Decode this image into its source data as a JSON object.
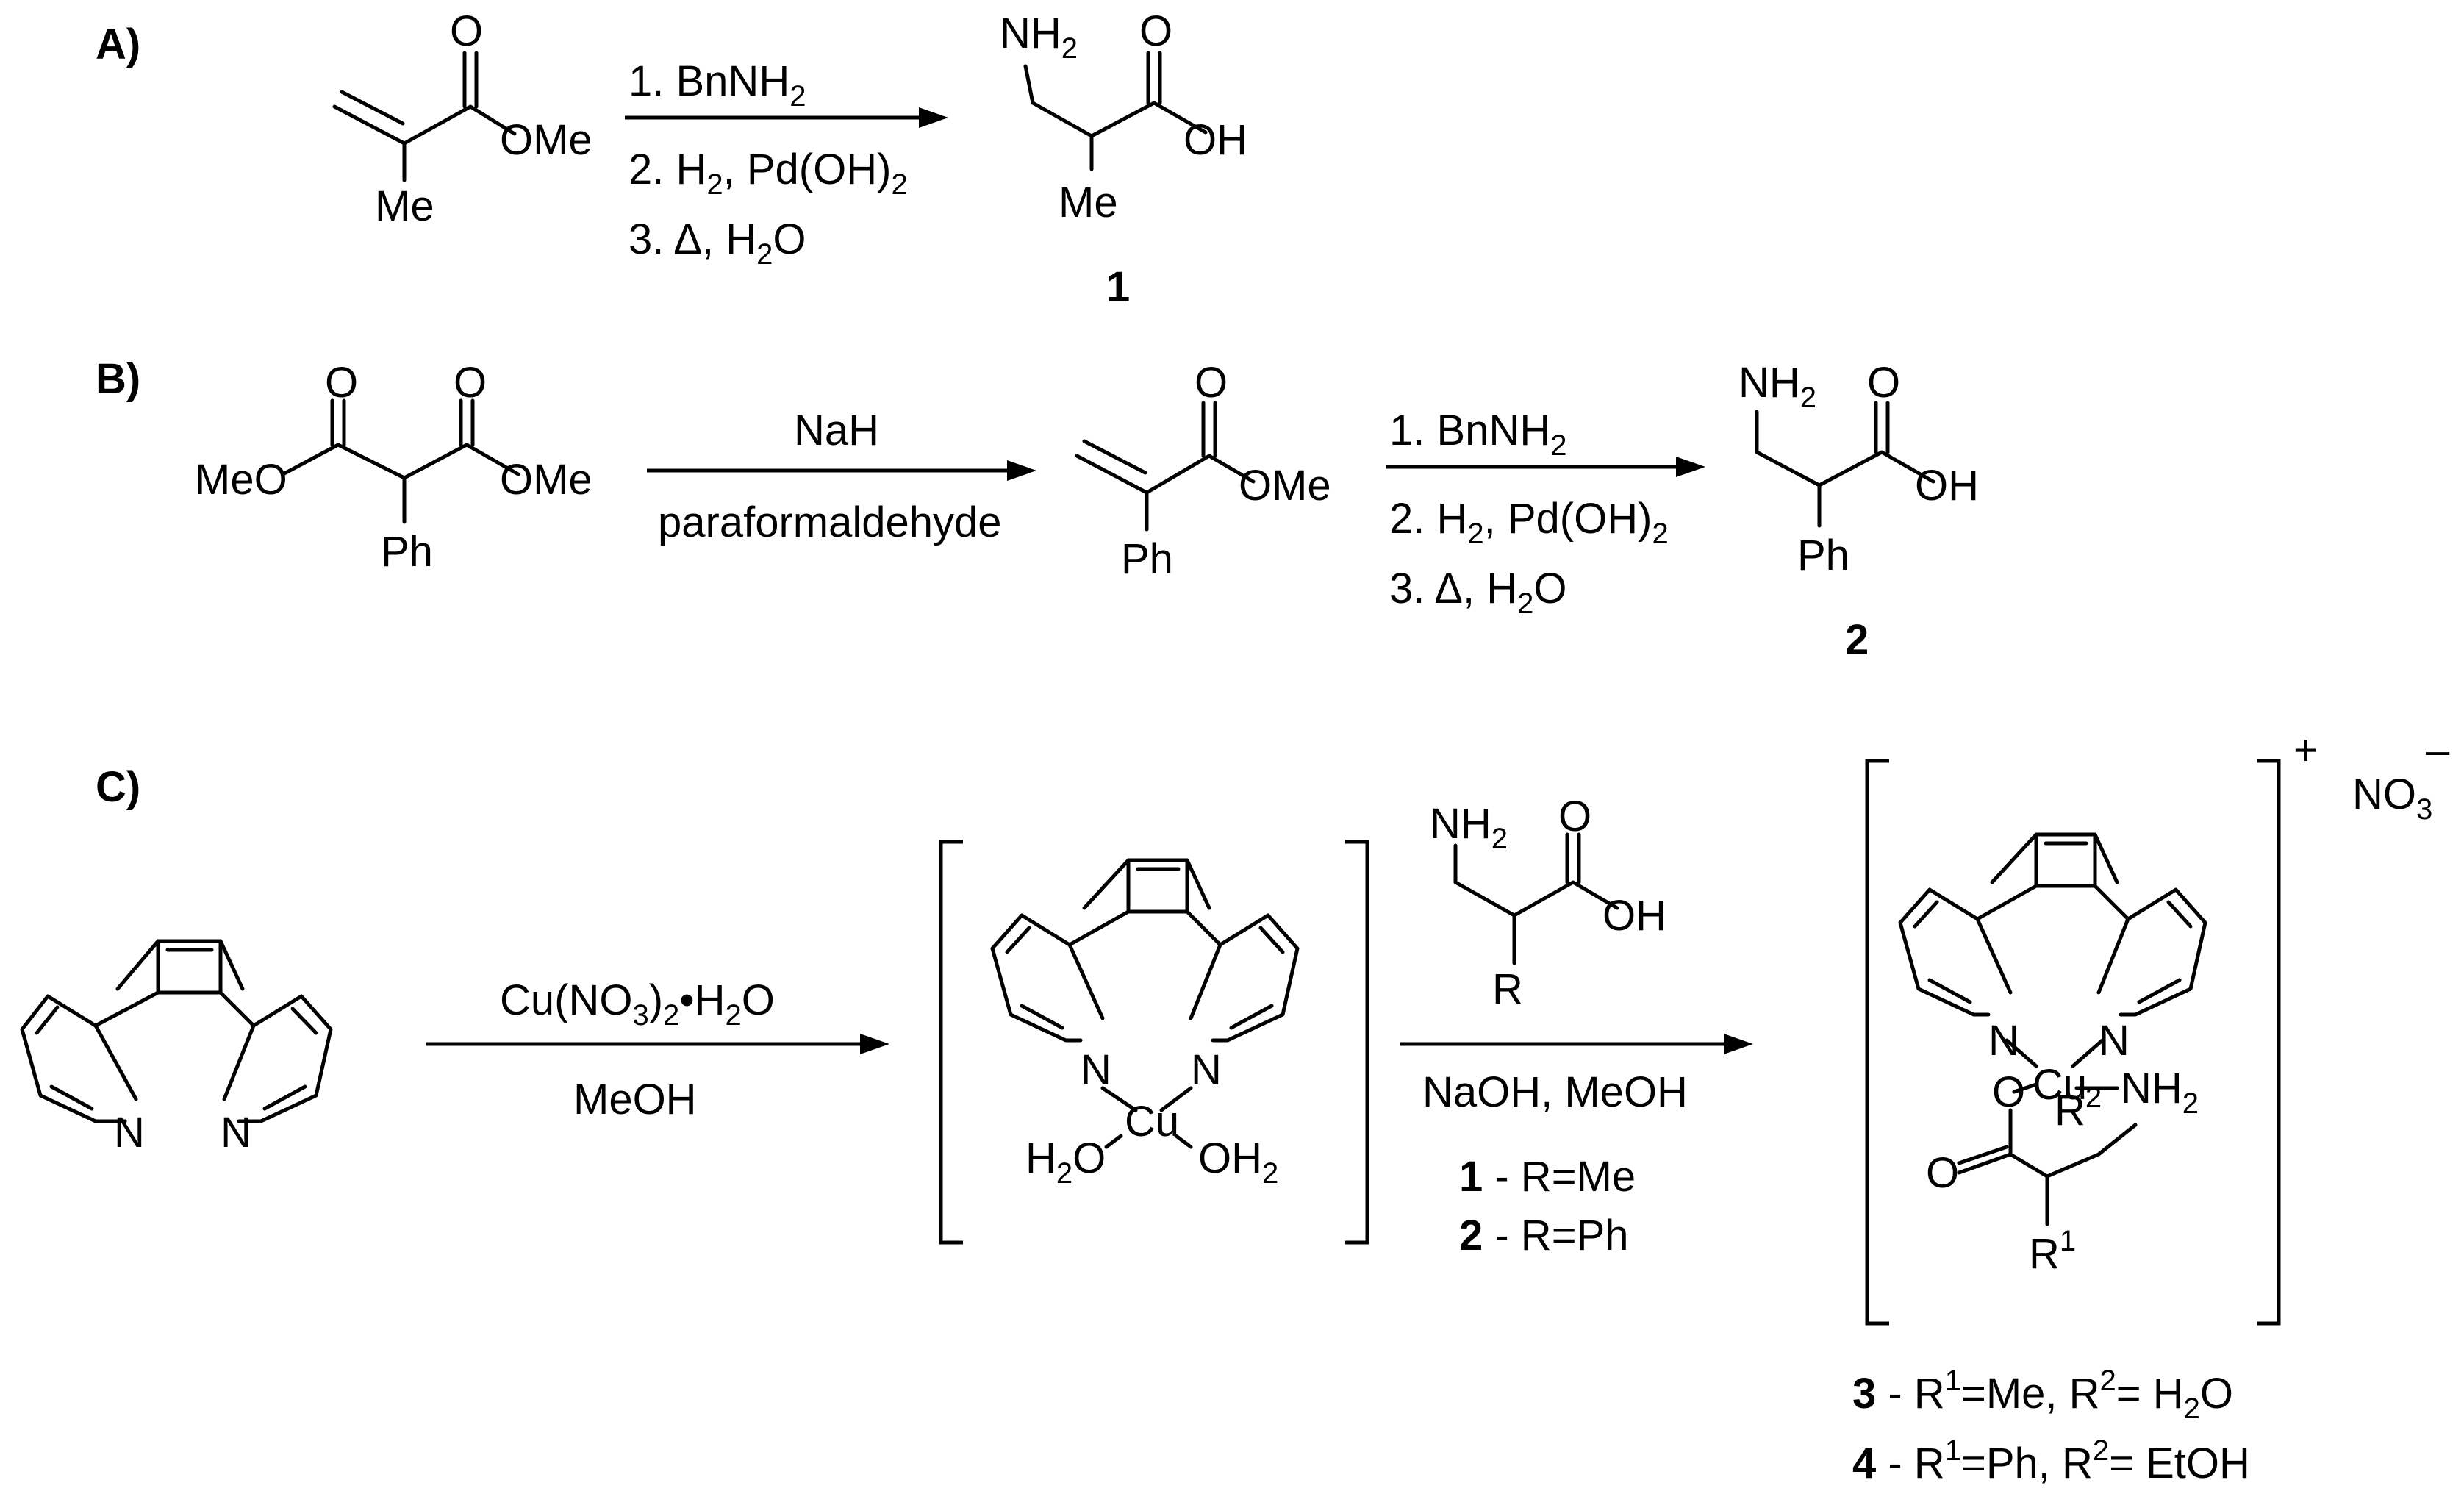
{
  "panels": {
    "a": "A)",
    "b": "B)",
    "c": "C)"
  },
  "groups": {
    "ome": "OMe",
    "meo": "MeO",
    "me": "Me",
    "ph": "Ph",
    "o": "O",
    "oh": "OH",
    "nh": "NH",
    "n": "N",
    "cu": "Cu",
    "h2o_h": "H",
    "h2o_o": "O",
    "oh2": "OH",
    "r": "R",
    "sub2": "2"
  },
  "compounds": {
    "c1": "1",
    "c2": "2",
    "c3": "3",
    "c4": "4",
    "charge_plus": "+",
    "charge_minus": "–",
    "nitrate": "NO",
    "nitrate_sub": "3"
  },
  "reagents": {
    "a": [
      "1. BnNH",
      "2. H",
      ", Pd(OH)",
      "3. Δ, H",
      "O"
    ],
    "b1_top": "NaH",
    "b1_bottom": "paraformaldehyde",
    "c1_top_pre": "Cu(NO",
    "c1_top_mid": ")",
    "c1_top_post": "•H",
    "c1_top_end": "O",
    "c1_bottom": "MeOH",
    "c2_cond": "NaOH, MeOH",
    "c2_legend": [
      " - R=Me",
      " - R=Ph"
    ]
  },
  "products": {
    "line3": [
      " - R",
      "=Me, R",
      "= H",
      "O"
    ],
    "line4": [
      " - R",
      "=Ph, R",
      "= EtOH"
    ],
    "sup1": "1",
    "sup2": "2"
  }
}
